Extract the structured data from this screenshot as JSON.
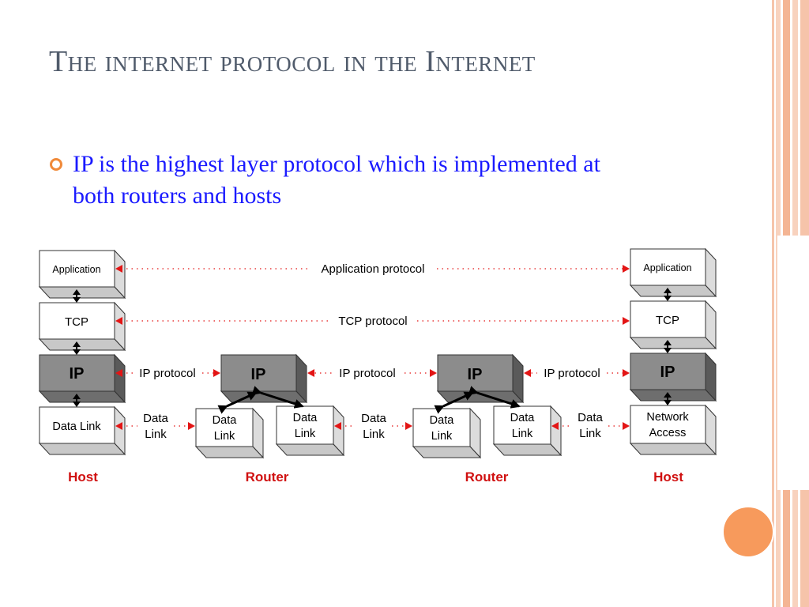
{
  "slide": {
    "title": "The internet protocol in the Internet",
    "bullet": "IP is the highest layer protocol which is implemented at both routers and hosts"
  },
  "diagram": {
    "left_host": {
      "application": "Application",
      "tcp": "TCP",
      "ip": "IP",
      "link_line1": "Data Link",
      "label": "Host"
    },
    "router1": {
      "ip": "IP",
      "link_a_line1": "Data",
      "link_a_line2": "Link",
      "link_b_line1": "Data",
      "link_b_line2": "Link",
      "label": "Router"
    },
    "router2": {
      "ip": "IP",
      "link_a_line1": "Data",
      "link_a_line2": "Link",
      "link_b_line1": "Data",
      "link_b_line2": "Link",
      "label": "Router"
    },
    "right_host": {
      "application": "Application",
      "tcp": "TCP",
      "ip": "IP",
      "link_line1": "Network",
      "link_line2": "Access",
      "label": "Host"
    },
    "protocols": {
      "application": "Application protocol",
      "tcp": "TCP protocol",
      "ip1": "IP protocol",
      "ip2": "IP protocol",
      "ip3": "IP protocol",
      "dl1_line1": "Data",
      "dl1_line2": "Link",
      "dl2_line1": "Data",
      "dl2_line2": "Link",
      "dl3_line1": "Data",
      "dl3_line2": "Link"
    },
    "colors": {
      "arrow": "#e31515",
      "dots": "#e31515",
      "ip_box": "#8c8c8c",
      "box": "#ffffff",
      "box_side": "#dcdcdc",
      "node_label": "#d01010"
    }
  }
}
